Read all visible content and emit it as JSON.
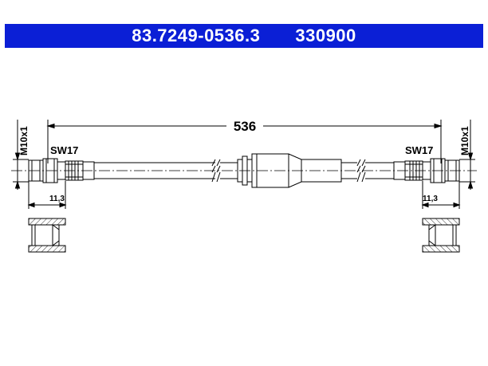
{
  "header": {
    "part_number": "83.7249-0536.3",
    "ref_number": "330900",
    "bg_color": "#0b1fd6"
  },
  "drawing": {
    "length_label": "536",
    "left": {
      "thread_label": "M10x1",
      "wrench_label": "SW17",
      "dim_label": "11,3"
    },
    "right": {
      "thread_label": "M10x1",
      "wrench_label": "SW17",
      "dim_label": "11,3"
    }
  }
}
